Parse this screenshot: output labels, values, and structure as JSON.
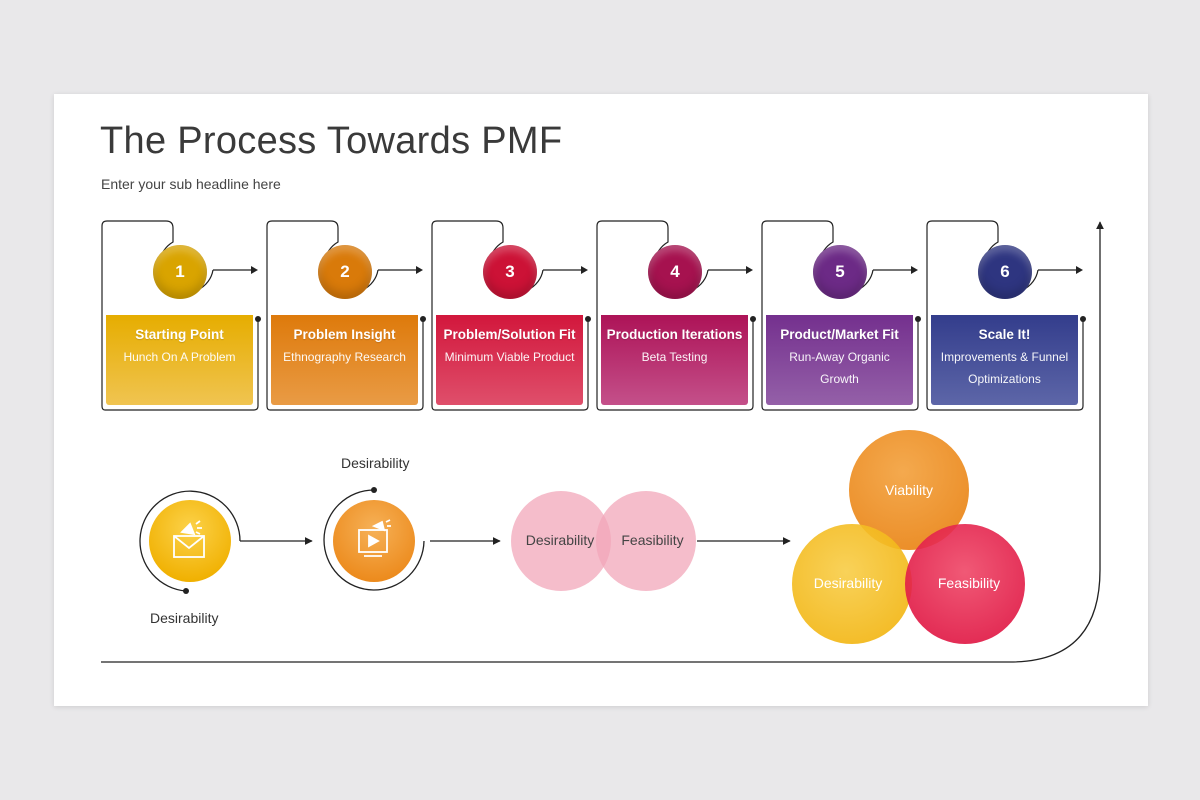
{
  "slide": {
    "title": "The Process Towards PMF",
    "subtitle": "Enter your sub headline here"
  },
  "steps": [
    {
      "number": "1",
      "title": "Starting Point",
      "text": "Hunch On A Problem",
      "circle_color": "#d9a400",
      "card_colors": [
        "#e6ad00",
        "#f0c451"
      ]
    },
    {
      "number": "2",
      "title": "Problem Insight",
      "text": "Ethnography Research",
      "circle_color": "#d97a0a",
      "card_colors": [
        "#de7a0b",
        "#e99b45"
      ]
    },
    {
      "number": "3",
      "title": "Problem/Solution Fit",
      "text": "Minimum Viable Product",
      "circle_color": "#cc1236",
      "card_colors": [
        "#d2173c",
        "#df4f6b"
      ]
    },
    {
      "number": "4",
      "title": "Production Iterations",
      "text": "Beta Testing",
      "circle_color": "#a6124f",
      "card_colors": [
        "#ad1357",
        "#c4508a"
      ]
    },
    {
      "number": "5",
      "title": "Product/Market Fit",
      "text": "Run-Away Organic Growth",
      "circle_color": "#6c2a86",
      "card_colors": [
        "#74308e",
        "#9460a8"
      ]
    },
    {
      "number": "6",
      "title": "Scale It!",
      "text": "Improvements & Funnel Optimizations",
      "circle_color": "#2e3580",
      "card_colors": [
        "#333d8c",
        "#5d66a8"
      ]
    }
  ],
  "lower_flow": {
    "stage1": {
      "label": "Desirability",
      "icon": "megaphone-email-icon",
      "color": "#f0b500"
    },
    "stage2": {
      "label": "Desirability",
      "icon": "megaphone-video-icon",
      "color": "#ef8f22"
    },
    "venn2": {
      "left": "Desirability",
      "right": "Feasibility",
      "color": "#f1a7ba"
    },
    "venn3": {
      "top": {
        "label": "Viability",
        "color": "#ee8c1c"
      },
      "left": {
        "label": "Desirability",
        "color": "#f3b81c"
      },
      "right": {
        "label": "Feasibility",
        "color": "#e51d48"
      }
    }
  }
}
